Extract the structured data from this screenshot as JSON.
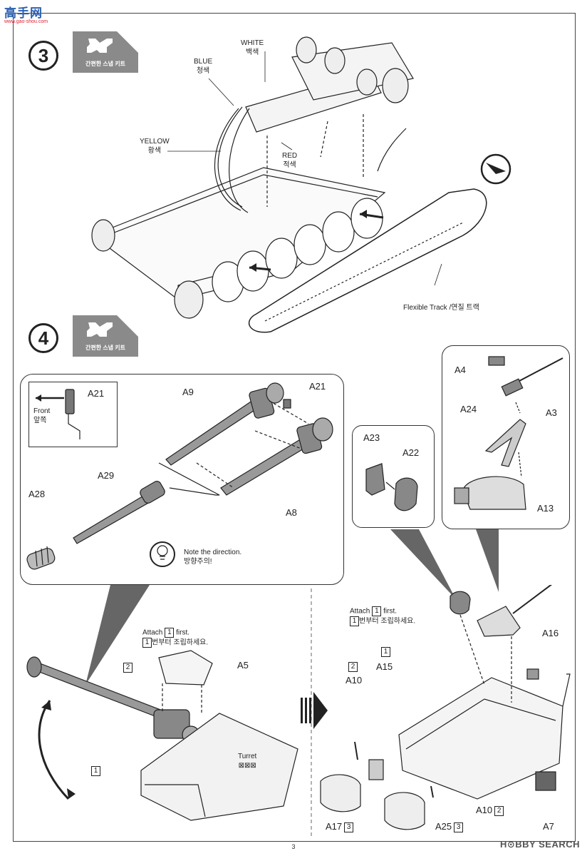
{
  "watermark_top": {
    "title": "高手网",
    "subtitle": "www.gao-shou.com"
  },
  "watermark_bottom": {
    "text": "H⊙BBY SEARCH"
  },
  "page_number": "3",
  "badge_text": "간편한 스냅 키트",
  "step3": {
    "number": "3",
    "labels": {
      "white": "WHITE",
      "white_ko": "백색",
      "blue": "BLUE",
      "blue_ko": "청색",
      "yellow": "YELLOW",
      "yellow_ko": "황색",
      "red": "RED",
      "red_ko": "적색",
      "track": "Flexible Track /연질 트랙"
    }
  },
  "step4": {
    "number": "4",
    "gun_panel": {
      "front": "Front",
      "front_ko": "앞쪽",
      "parts": [
        "A21",
        "A9",
        "A21",
        "A8",
        "A29",
        "A28"
      ],
      "note": "Note the direction.",
      "note_ko": "방향주의!"
    },
    "mantlet_panel": {
      "parts": [
        "A23",
        "A22"
      ]
    },
    "mg_panel": {
      "parts": [
        "A4",
        "A3",
        "A24",
        "A13"
      ]
    },
    "turret": {
      "attach": "Attach",
      "attach_num": "1",
      "attach_suffix": "first.",
      "attach_ko_num": "1",
      "attach_ko": "번부터 조립하세요.",
      "box2": "2",
      "a5": "A5",
      "box1": "1",
      "turret_label": "Turret",
      "turret_mark": "⊠⊠⊠"
    },
    "hull": {
      "attach": "Attach",
      "attach_num": "1",
      "attach_suffix": "first.",
      "attach_ko_num": "1",
      "attach_ko": "번부터 조립하세요.",
      "box1": "1",
      "box2": "2",
      "a10_top": "A10",
      "a15": "A15",
      "a16": "A16",
      "a10_bottom": "A10",
      "a10_bottom_box": "2",
      "a7": "A7",
      "a17": "A17",
      "a17_box": "3",
      "a25": "A25",
      "a25_box": "3"
    }
  }
}
